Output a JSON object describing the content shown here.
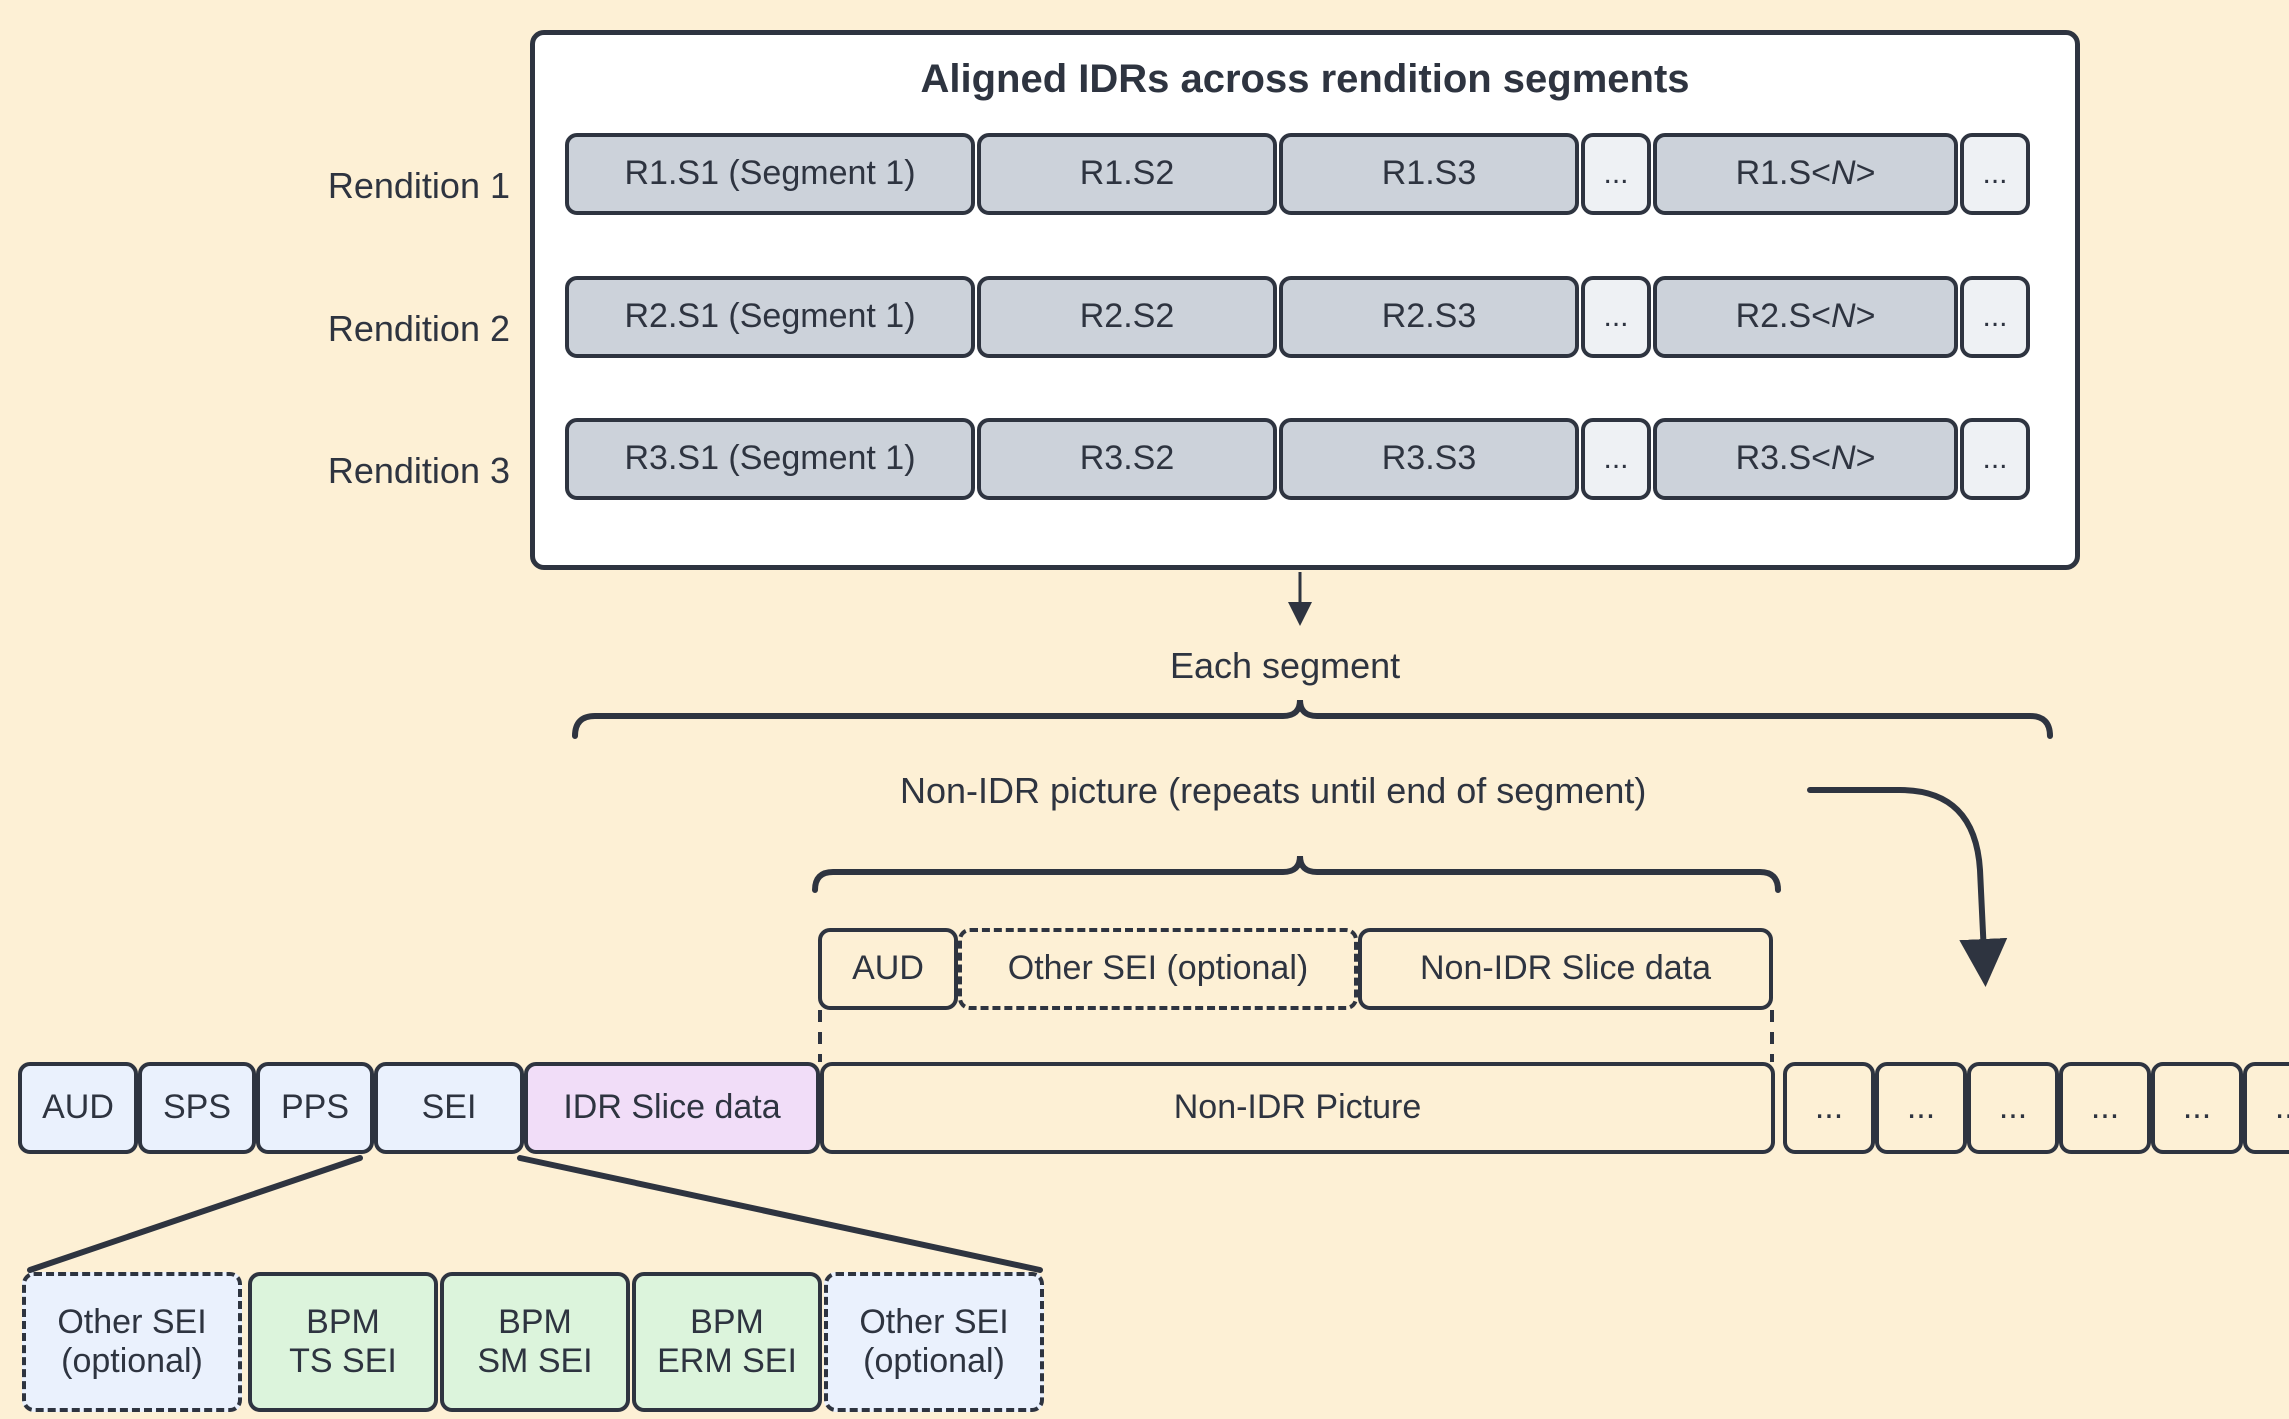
{
  "page": {
    "background": "#fdf0d5",
    "stroke": "#2e3440"
  },
  "top_panel": {
    "title": "Aligned IDRs across rendition segments",
    "background": "#ffffff",
    "rows": [
      {
        "label": "Rendition 1",
        "cells": [
          {
            "text": "R1.S1 (Segment 1)",
            "kind": "segment"
          },
          {
            "text": "R1.S2",
            "kind": "segment"
          },
          {
            "text": "R1.S3",
            "kind": "segment"
          },
          {
            "text": "...",
            "kind": "ellipsis"
          },
          {
            "text": "R1.S<N>",
            "kind": "segment",
            "italic_tail": "N"
          },
          {
            "text": "...",
            "kind": "ellipsis"
          }
        ]
      },
      {
        "label": "Rendition 2",
        "cells": [
          {
            "text": "R2.S1 (Segment 1)",
            "kind": "segment"
          },
          {
            "text": "R2.S2",
            "kind": "segment"
          },
          {
            "text": "R2.S3",
            "kind": "segment"
          },
          {
            "text": "...",
            "kind": "ellipsis"
          },
          {
            "text": "R2.S<N>",
            "kind": "segment",
            "italic_tail": "N"
          },
          {
            "text": "...",
            "kind": "ellipsis"
          }
        ]
      },
      {
        "label": "Rendition 3",
        "cells": [
          {
            "text": "R3.S1 (Segment 1)",
            "kind": "segment"
          },
          {
            "text": "R3.S2",
            "kind": "segment"
          },
          {
            "text": "R3.S3",
            "kind": "segment"
          },
          {
            "text": "...",
            "kind": "ellipsis"
          },
          {
            "text": "R3.S<N>",
            "kind": "segment",
            "italic_tail": "N"
          },
          {
            "text": "...",
            "kind": "ellipsis"
          }
        ]
      }
    ],
    "segment_fill": "#ccd2da",
    "ellipsis_fill": "#eef1f4"
  },
  "each_segment_label": "Each segment",
  "non_idr_repeat_label": "Non-IDR picture (repeats until end of segment)",
  "non_idr_picture_breakdown": {
    "cells": [
      {
        "text": "AUD",
        "style": "solid",
        "fill": "#fdf0d5"
      },
      {
        "text": "Other SEI (optional)",
        "style": "dashed",
        "fill": "#fdf0d5"
      },
      {
        "text": "Non-IDR Slice data",
        "style": "solid",
        "fill": "#fdf0d5"
      }
    ]
  },
  "main_stream": {
    "cells": [
      {
        "text": "AUD",
        "fill": "#eaf1fd",
        "kind": "nal"
      },
      {
        "text": "SPS",
        "fill": "#eaf1fd",
        "kind": "nal"
      },
      {
        "text": "PPS",
        "fill": "#eaf1fd",
        "kind": "nal"
      },
      {
        "text": "SEI",
        "fill": "#eaf1fd",
        "kind": "nal"
      },
      {
        "text": "IDR Slice data",
        "fill": "#f1ddf8",
        "kind": "idr"
      },
      {
        "text": "Non-IDR Picture",
        "fill": "#fdf0d5",
        "kind": "non-idr"
      },
      {
        "text": "...",
        "fill": "#fdf0d5",
        "kind": "ellipsis"
      },
      {
        "text": "...",
        "fill": "#fdf0d5",
        "kind": "ellipsis"
      },
      {
        "text": "...",
        "fill": "#fdf0d5",
        "kind": "ellipsis"
      },
      {
        "text": "...",
        "fill": "#fdf0d5",
        "kind": "ellipsis"
      },
      {
        "text": "...",
        "fill": "#fdf0d5",
        "kind": "ellipsis"
      },
      {
        "text": "...",
        "fill": "#fdf0d5",
        "kind": "ellipsis"
      }
    ]
  },
  "sei_breakdown": {
    "cells": [
      {
        "text": "Other SEI\n(optional)",
        "style": "dashed",
        "fill": "#eaf1fd"
      },
      {
        "text": "BPM\nTS SEI",
        "style": "solid",
        "fill": "#dcf4dc"
      },
      {
        "text": "BPM\nSM SEI",
        "style": "solid",
        "fill": "#dcf4dc"
      },
      {
        "text": "BPM\nERM SEI",
        "style": "solid",
        "fill": "#dcf4dc"
      },
      {
        "text": "Other SEI\n(optional)",
        "style": "dashed",
        "fill": "#eaf1fd"
      }
    ]
  }
}
